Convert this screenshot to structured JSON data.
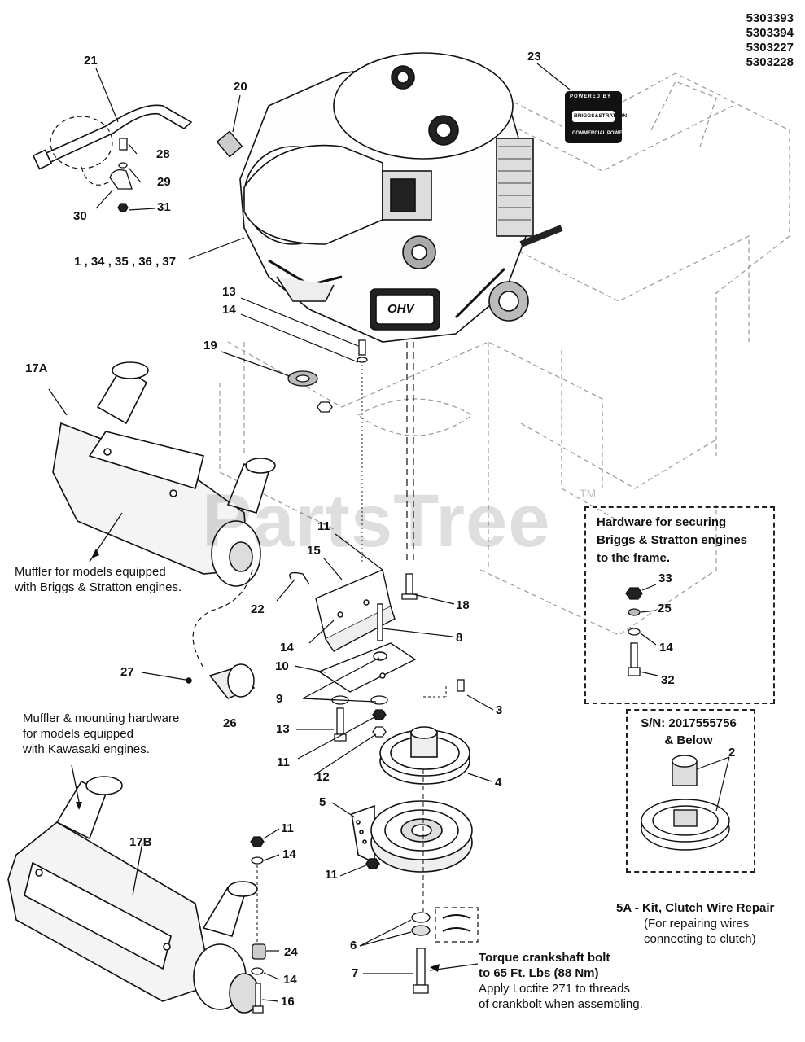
{
  "model_numbers": [
    "5303393",
    "5303394",
    "5303227",
    "5303228"
  ],
  "watermark": "PartsTree",
  "watermark_tm": "TM",
  "logo": {
    "top": "POWERED BY",
    "brand": "BRIGGS&STRATTON",
    "bottom": "COMMERCIAL POWER"
  },
  "engine_badge": "OHV",
  "callouts": {
    "c1": "1 , 34 , 35 , 36 , 37",
    "c2": "2",
    "c3": "3",
    "c4": "4",
    "c5": "5",
    "c6": "6",
    "c7": "7",
    "c8": "8",
    "c9": "9",
    "c10": "10",
    "c11a": "11",
    "c11b": "11",
    "c11c": "11",
    "c11d": "11",
    "c12": "12",
    "c13a": "13",
    "c13b": "13",
    "c14a": "14",
    "c14b": "14",
    "c14c": "14",
    "c14d": "14",
    "c14e": "14",
    "c15": "15",
    "c16": "16",
    "c17a": "17A",
    "c17b": "17B",
    "c18": "18",
    "c19": "19",
    "c20": "20",
    "c21": "21",
    "c22": "22",
    "c23": "23",
    "c24": "24",
    "c25": "25",
    "c26": "26",
    "c27": "27",
    "c28": "28",
    "c29": "29",
    "c30": "30",
    "c31": "31",
    "c32": "32",
    "c33": "33"
  },
  "notes": {
    "muffler_bs_1": "Muffler for models equipped",
    "muffler_bs_2": "with Briggs & Stratton engines.",
    "muffler_kaw_1": "Muffler & mounting hardware",
    "muffler_kaw_2": "for models equipped",
    "muffler_kaw_3": "with Kawasaki engines.",
    "hardware_1": "Hardware for securing",
    "hardware_2": "Briggs & Stratton engines",
    "hardware_3": "to the frame.",
    "sn_1": "S/N: 2017555756",
    "sn_2": "& Below",
    "kit_title": "5A - Kit, Clutch Wire Repair",
    "kit_1": "(For repairing wires",
    "kit_2": "connecting to clutch)",
    "torque_1": "Torque crankshaft bolt",
    "torque_2": "to 65 Ft. Lbs (88 Nm)",
    "loctite_1": "Apply Loctite 271 to threads",
    "loctite_2": "of crankbolt when assembling."
  }
}
